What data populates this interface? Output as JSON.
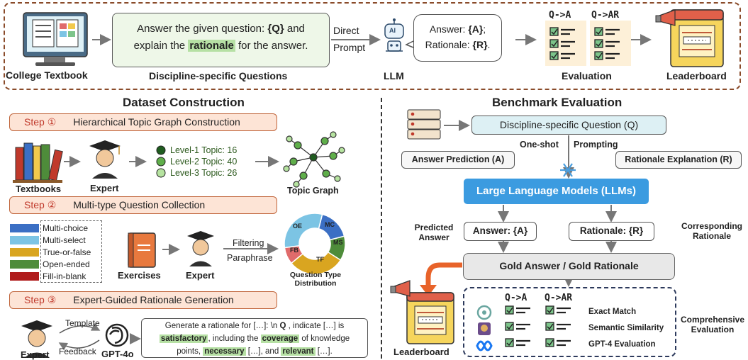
{
  "top": {
    "college_textbook": "College Textbook",
    "question_line1_a": "Answer the given question: ",
    "question_line1_b": "{Q}",
    "question_line1_c": " and",
    "question_line2_a": "explain the ",
    "question_line2_b": "rationale",
    "question_line2_c": " for the answer.",
    "discipline_questions": "Discipline-specific Questions",
    "direct": "Direct",
    "prompt": "Prompt",
    "llm_icon_text": "AI",
    "llm": "LLM",
    "answer_a": "Answer: ",
    "answer_b": "{A}",
    "answer_c": ";",
    "rationale_a": "Rationale: ",
    "rationale_b": "{R}",
    "rationale_c": ".",
    "q_a": "Q->A",
    "q_ar": "Q->AR",
    "evaluation": "Evaluation",
    "leaderboard": "Leaderboard"
  },
  "left": {
    "title": "Dataset Construction",
    "step1_num": "Step ①",
    "step1_text": "Hierarchical Topic Graph Construction",
    "textbooks": "Textbooks",
    "expert": "Expert",
    "level1": "Level-1 Topic: 16",
    "level2": "Level-2 Topic: 40",
    "level3": "Level-3 Topic: 26",
    "topic_graph": "Topic Graph",
    "step2_num": "Step ②",
    "step2_text": "Multi-type Question Collection",
    "legend": [
      "Multi-choice",
      "Multi-select",
      "True-or-false",
      "Open-ended",
      "Fill-in-blank"
    ],
    "exercises": "Exercises",
    "expert2": "Expert",
    "filtering": "Filtering",
    "paraphrase": "Paraphrase",
    "donut_labels": {
      "oe": "OE",
      "mc": "MC",
      "ms": "MS",
      "tf": "TF",
      "fb": "FB"
    },
    "qtype_dist_1": "Question Type",
    "qtype_dist_2": "Distribution",
    "step3_num": "Step ③",
    "step3_text": "Expert-Guided Rationale Generation",
    "template": "Template",
    "feedback": "Feedback",
    "expert3": "Expert",
    "gpt4o": "GPT-4o",
    "gen_line1_a": "Generate a rationale for […]: \\n ",
    "gen_line1_b": "Q",
    "gen_line1_c": " , indicate […] is",
    "gen_line2_a": "satisfactory",
    "gen_line2_b": ", including the ",
    "gen_line2_c": "coverage",
    "gen_line2_d": " of knowledge",
    "gen_line3_a": "points, ",
    "gen_line3_b": "necessary",
    "gen_line3_c": " […], and ",
    "gen_line3_d": "relevant",
    "gen_line3_e": " […]."
  },
  "right": {
    "title": "Benchmark Evaluation",
    "discipline_q": "Discipline-specific Question (Q)",
    "one_shot": "One-shot",
    "prompting": "Prompting",
    "answer_prediction": "Answer Prediction (A)",
    "rationale_explanation": "Rationale Explanation (R)",
    "llms": "Large Language Models (LLMs)",
    "predicted_1": "Predicted",
    "predicted_2": "Answer",
    "answer_box": "Answer: {A}",
    "rationale_box": "Rationale: {R}",
    "corresponding_1": "Corresponding",
    "corresponding_2": "Rationale",
    "gold": "Gold Answer / Gold Rationale",
    "leaderboard": "Leaderboard",
    "q_a": "Q->A",
    "q_ar": "Q->AR",
    "metrics": [
      "Exact Match",
      "Semantic Similarity",
      "GPT-4 Evaluation"
    ],
    "comprehensive_1": "Comprehensive",
    "comprehensive_2": "Evaluation"
  },
  "colors": {
    "multi_choice": "#3b6fc4",
    "multi_select": "#7cc4e4",
    "true_or_false": "#d9a520",
    "open_ended": "#4e8c3a",
    "fill_in_blank": "#b01c1c",
    "llm_blue": "#3b9be0",
    "step_bg": "#fde4d6",
    "highlight": "#b6e0a4"
  }
}
